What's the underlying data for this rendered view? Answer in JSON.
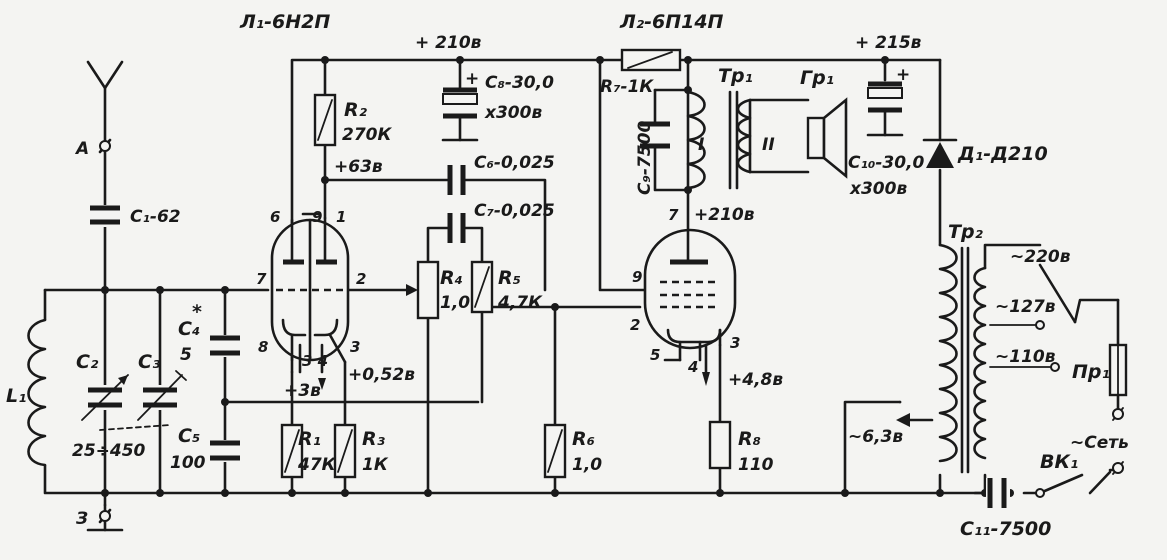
{
  "tubes": {
    "l1": "Л₁-6Н2П",
    "l2": "Л₂-6П14П"
  },
  "antenna": {
    "a": "А",
    "z": "З"
  },
  "components": {
    "c1": "C₁-62",
    "c2": "C₂",
    "c3": "C₃",
    "c4": "C₄",
    "c4_mark": "*",
    "c4_val": "5",
    "c23_val": "25÷450",
    "c5": "C₅",
    "c5_val": "100",
    "l1": "L₁",
    "r1": "R₁",
    "r1_val": "47К",
    "r2": "R₂",
    "r2_val": "270К",
    "r3": "R₃",
    "r3_val": "1К",
    "r4": "R₄",
    "r4_val": "1,0",
    "r5": "R₅",
    "r5_val": "4,7К",
    "r6": "R₆",
    "r6_val": "1,0",
    "r7": "R₇-1К",
    "r8": "R₈",
    "r8_val": "110",
    "c6": "C₆-0,025",
    "c7": "C₇-0,025",
    "c8": "C₈-30,0",
    "c8_v": "x300в",
    "c9": "C₉-7500",
    "c10": "C₁₀-30,0",
    "c10_v": "x300в",
    "c11": "C₁₁-7500",
    "d1": "Д₁-Д210",
    "tr1": "Тр₁",
    "tr2": "Тр₂",
    "gr1": "Гр₁",
    "pr1": "Пр₁",
    "vk1": "ВК₁",
    "winding1": "I",
    "winding2": "II"
  },
  "voltages": {
    "v210": "+ 210в",
    "v215": "+ 215в",
    "v63": "+63в",
    "v210b": "+210в",
    "v052": "+0,52в",
    "v3": "+3в",
    "v48": "+4,8в",
    "v63ac": "~6,3в",
    "v220": "~220в",
    "v127": "~127в",
    "v110": "~110в",
    "mains": "~Сеть"
  },
  "pins": {
    "p6": "6",
    "p9": "9",
    "p1": "1",
    "p7": "7",
    "p2": "2",
    "p8": "8",
    "p34": "3 4",
    "p3": "3",
    "q7": "7",
    "q9": "9",
    "q2": "2",
    "q5": "5",
    "q4": "4",
    "q3": "3"
  }
}
